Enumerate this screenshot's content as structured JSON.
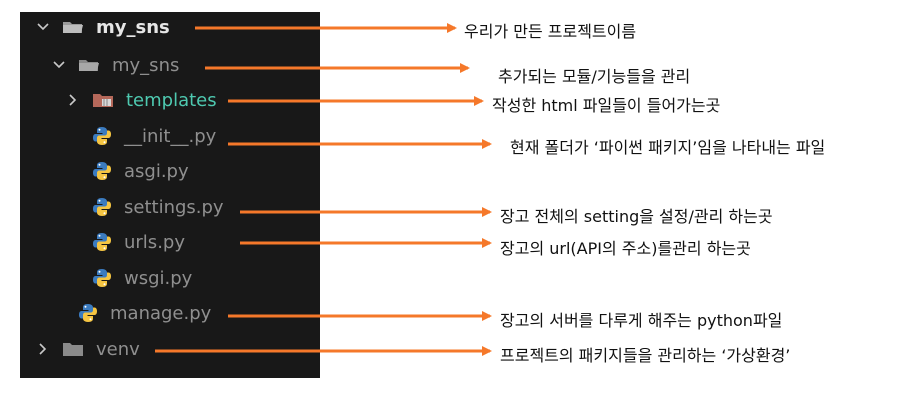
{
  "tree": {
    "items": [
      {
        "label": "my_sns",
        "kind": "folder",
        "expanded": true,
        "style": "bold"
      },
      {
        "label": "my_sns",
        "kind": "folder",
        "expanded": true,
        "style": "dim"
      },
      {
        "label": "templates",
        "kind": "folder",
        "expanded": false,
        "style": "teal"
      },
      {
        "label": "__init__.py",
        "kind": "python-file",
        "style": "dim"
      },
      {
        "label": "asgi.py",
        "kind": "python-file",
        "style": "dim"
      },
      {
        "label": "settings.py",
        "kind": "python-file",
        "style": "dim"
      },
      {
        "label": "urls.py",
        "kind": "python-file",
        "style": "dim"
      },
      {
        "label": "wsgi.py",
        "kind": "python-file",
        "style": "dim"
      },
      {
        "label": "manage.py",
        "kind": "python-file",
        "style": "dim"
      },
      {
        "label": "venv",
        "kind": "folder",
        "expanded": false,
        "style": "dim"
      }
    ]
  },
  "annotations": [
    "우리가 만든 프로젝트이름",
    "추가되는 모듈/기능들을 관리",
    "작성한 html 파일들이 들어가는곳",
    "현재 폴더가 ‘파이썬 패키지’임을 나타내는 파일",
    "장고 전체의 setting을 설정/관리 하는곳",
    "장고의 url(API의 주소)를관리 하는곳",
    "장고의 서버를 다루게 해주는 python파일",
    "프로젝트의 패키지들을 관리하는 ‘가상환경’"
  ],
  "colors": {
    "arrow": "#f5782a",
    "panel": "#181818",
    "folder_name_teal": "#4ec9b0",
    "python_blue": "#3b7bbf",
    "python_yellow": "#f5c542"
  }
}
